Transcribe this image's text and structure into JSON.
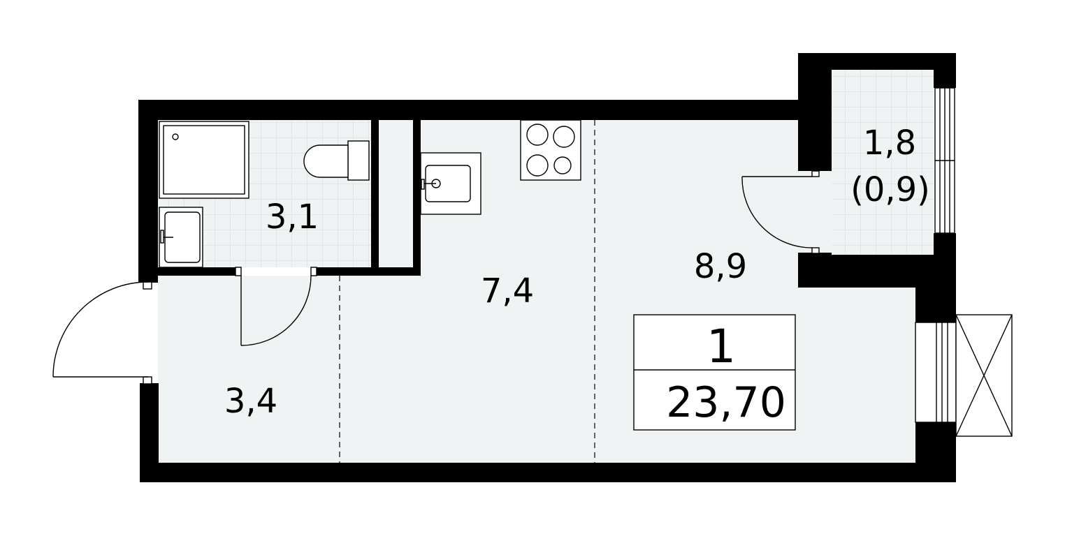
{
  "rooms": [
    {
      "id": "bathroom",
      "area": "3,1"
    },
    {
      "id": "hallway",
      "area": "3,4"
    },
    {
      "id": "kitchen",
      "area": "7,4"
    },
    {
      "id": "living",
      "area": "8,9"
    },
    {
      "id": "balcony",
      "area": "1,8",
      "area_reduced": "(0,9)"
    }
  ],
  "summary": {
    "room_count": "1",
    "total_area": "23,70"
  },
  "colors": {
    "floor": "#eff3f4",
    "wall": "#000000",
    "tile_grid": "#d3d9dc"
  }
}
